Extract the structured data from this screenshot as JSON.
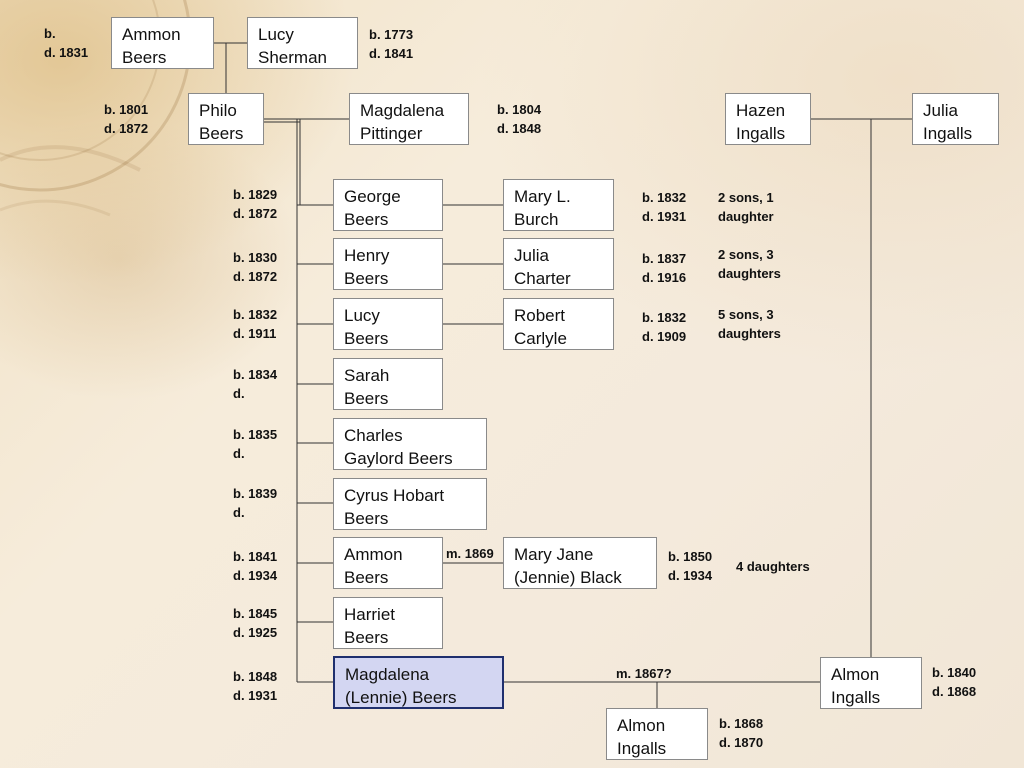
{
  "people": {
    "ammon_sr": {
      "line1": "Ammon",
      "line2": "Beers",
      "born": "b.",
      "died": "d. 1831"
    },
    "lucy_sherman": {
      "line1": "Lucy",
      "line2": "Sherman",
      "born": "b. 1773",
      "died": "d. 1841"
    },
    "philo": {
      "line1": "Philo",
      "line2": "Beers",
      "born": "b. 1801",
      "died": "d. 1872"
    },
    "magdalena_p": {
      "line1": "Magdalena",
      "line2": "Pittinger",
      "born": "b. 1804",
      "died": "d. 1848"
    },
    "hazen": {
      "line1": "Hazen",
      "line2": "Ingalls"
    },
    "julia_i": {
      "line1": "Julia",
      "line2": "Ingalls"
    },
    "george": {
      "line1": "George",
      "line2": "Beers",
      "born": "b. 1829",
      "died": "d. 1872"
    },
    "mary_burch": {
      "line1": "Mary L.",
      "line2": "Burch",
      "born": "b. 1832",
      "died": "d. 1931",
      "children1": "2 sons, 1",
      "children2": "daughter"
    },
    "henry": {
      "line1": "Henry",
      "line2": "Beers",
      "born": "b. 1830",
      "died": "d. 1872"
    },
    "julia_charter": {
      "line1": "Julia",
      "line2": "Charter",
      "born": "b. 1837",
      "died": "d. 1916",
      "children1": "2 sons, 3",
      "children2": "daughters"
    },
    "lucy_b": {
      "line1": "Lucy",
      "line2": "Beers",
      "born": "b. 1832",
      "died": "d. 1911"
    },
    "robert": {
      "line1": "Robert",
      "line2": "Carlyle",
      "born": "b. 1832",
      "died": "d. 1909",
      "children1": "5 sons, 3",
      "children2": "daughters"
    },
    "sarah": {
      "line1": "Sarah",
      "line2": "Beers",
      "born": "b. 1834",
      "died": "d."
    },
    "charles": {
      "line1": "Charles",
      "line2": "Gaylord Beers",
      "born": "b. 1835",
      "died": "d."
    },
    "cyrus": {
      "line1": "Cyrus Hobart",
      "line2": "Beers",
      "born": "b. 1839",
      "died": "d."
    },
    "ammon_jr": {
      "line1": "Ammon",
      "line2": "Beers",
      "born": "b. 1841",
      "died": "d. 1934",
      "married": "m. 1869"
    },
    "mary_jane": {
      "line1": "Mary Jane",
      "line2": "(Jennie) Black",
      "born": "b. 1850",
      "died": "d. 1934",
      "children": "4 daughters"
    },
    "harriet": {
      "line1": "Harriet",
      "line2": "Beers",
      "born": "b. 1845",
      "died": "d. 1925"
    },
    "magdalena_l": {
      "line1": "Magdalena",
      "line2": "(Lennie) Beers",
      "born": "b. 1848",
      "died": "d. 1931",
      "married": "m. 1867?"
    },
    "almon_sr": {
      "line1": "Almon",
      "line2": "Ingalls",
      "born": "b. 1840",
      "died": "d. 1868"
    },
    "almon_jr": {
      "line1": "Almon",
      "line2": "Ingalls",
      "born": "b. 1868",
      "died": "d. 1870"
    }
  }
}
